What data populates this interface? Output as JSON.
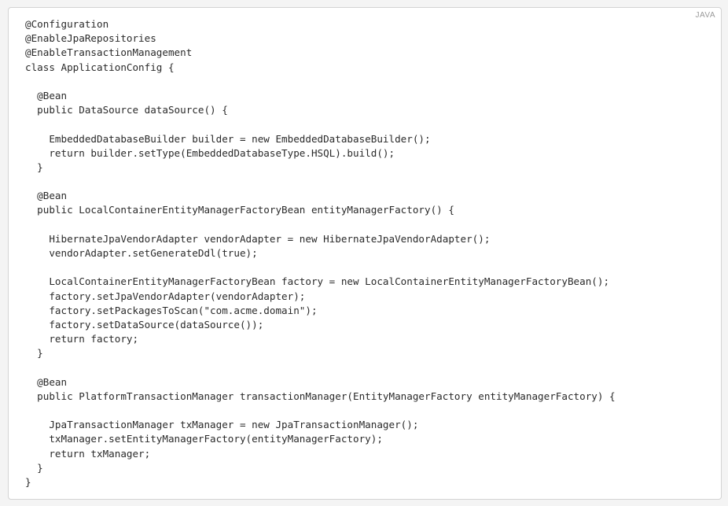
{
  "code_block": {
    "language": "JAVA",
    "lines": [
      "@Configuration",
      "@EnableJpaRepositories",
      "@EnableTransactionManagement",
      "class ApplicationConfig {",
      "",
      "  @Bean",
      "  public DataSource dataSource() {",
      "",
      "    EmbeddedDatabaseBuilder builder = new EmbeddedDatabaseBuilder();",
      "    return builder.setType(EmbeddedDatabaseType.HSQL).build();",
      "  }",
      "",
      "  @Bean",
      "  public LocalContainerEntityManagerFactoryBean entityManagerFactory() {",
      "",
      "    HibernateJpaVendorAdapter vendorAdapter = new HibernateJpaVendorAdapter();",
      "    vendorAdapter.setGenerateDdl(true);",
      "",
      "    LocalContainerEntityManagerFactoryBean factory = new LocalContainerEntityManagerFactoryBean();",
      "    factory.setJpaVendorAdapter(vendorAdapter);",
      "    factory.setPackagesToScan(\"com.acme.domain\");",
      "    factory.setDataSource(dataSource());",
      "    return factory;",
      "  }",
      "",
      "  @Bean",
      "  public PlatformTransactionManager transactionManager(EntityManagerFactory entityManagerFactory) {",
      "",
      "    JpaTransactionManager txManager = new JpaTransactionManager();",
      "    txManager.setEntityManagerFactory(entityManagerFactory);",
      "    return txManager;",
      "  }",
      "}"
    ]
  }
}
